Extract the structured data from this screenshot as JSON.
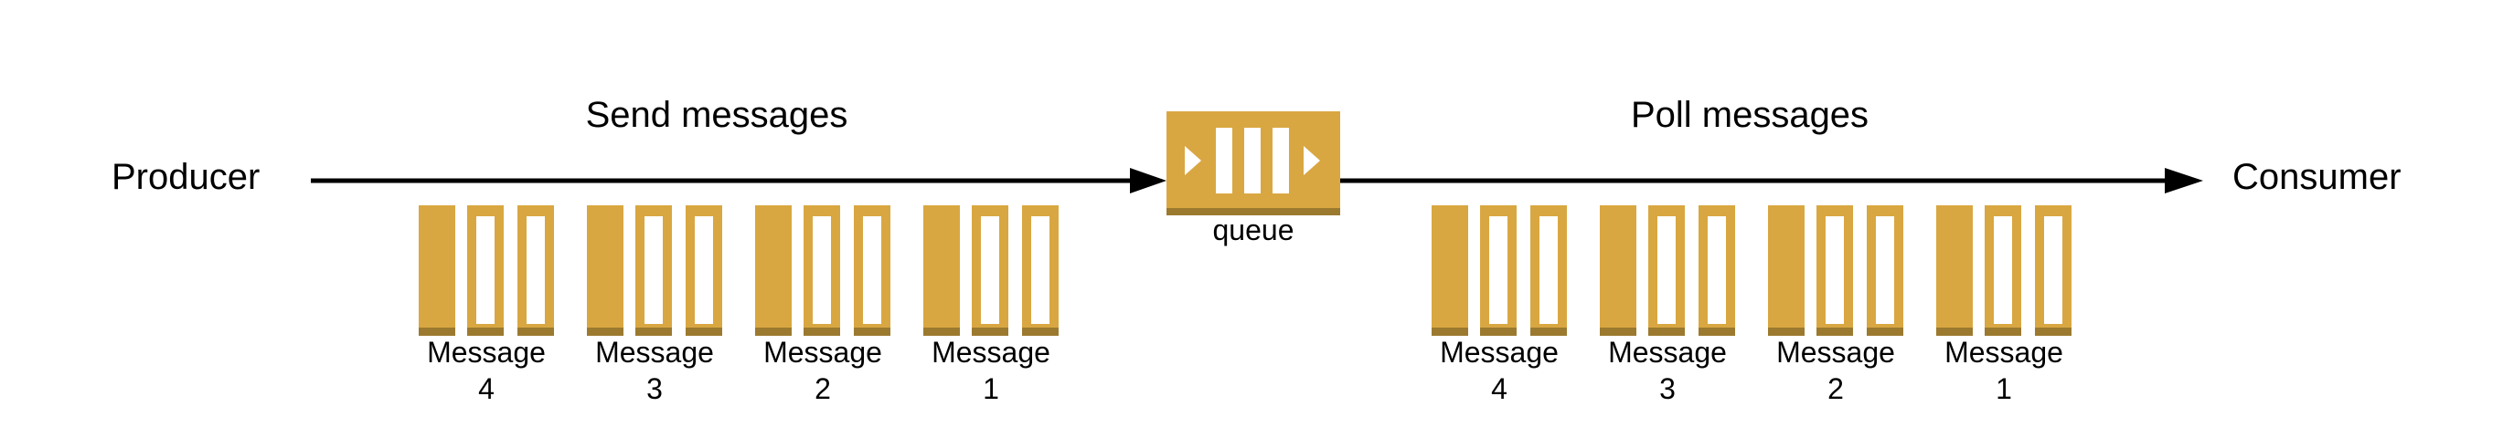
{
  "producer": {
    "label": "Producer"
  },
  "consumer": {
    "label": "Consumer"
  },
  "send_phase": {
    "label": "Send messages",
    "messages": [
      {
        "label": "Message",
        "number": "4"
      },
      {
        "label": "Message",
        "number": "3"
      },
      {
        "label": "Message",
        "number": "2"
      },
      {
        "label": "Message",
        "number": "1"
      }
    ]
  },
  "poll_phase": {
    "label": "Poll messages",
    "messages": [
      {
        "label": "Message",
        "number": "4"
      },
      {
        "label": "Message",
        "number": "3"
      },
      {
        "label": "Message",
        "number": "2"
      },
      {
        "label": "Message",
        "number": "1"
      }
    ]
  },
  "queue": {
    "label": "queue",
    "icon": "sqs-queue-icon"
  },
  "message_icon": "message-icon",
  "colors": {
    "message_fill": "#D9A741",
    "message_shadow": "#9B7A2F",
    "arrow": "#000000",
    "text": "#000000"
  }
}
